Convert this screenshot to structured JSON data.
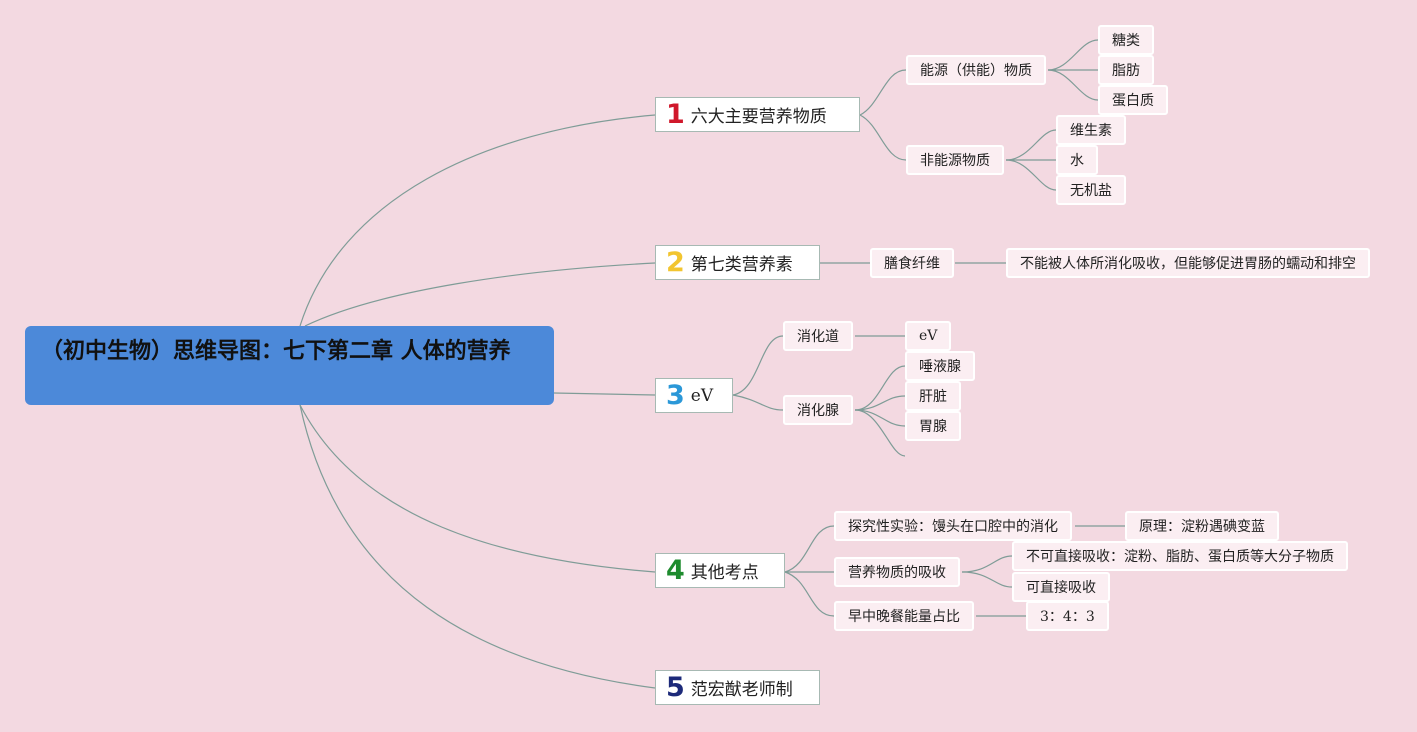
{
  "root": {
    "title": "（初中生物）思维导图：七下第二章 人体的营养"
  },
  "colors": {
    "background": "#f3d9e1",
    "root": "#4c89d9",
    "num1": "#d0182b",
    "num2": "#f2c530",
    "num3": "#2b98d8",
    "num4": "#1e8b2e",
    "num5": "#1d2a7a"
  },
  "branches": [
    {
      "num": "1",
      "label": "六大主要营养物质",
      "children": [
        {
          "label": "能源（供能）物质",
          "children": [
            "糖类",
            "脂肪",
            "蛋白质"
          ]
        },
        {
          "label": "非能源物质",
          "children": [
            "维生素",
            "水",
            "无机盐"
          ]
        }
      ]
    },
    {
      "num": "2",
      "label": "第七类营养素",
      "children": [
        {
          "label": "膳食纤维",
          "children": [
            "不能被人体所消化吸收，但能够促进胃肠的蠕动和排空"
          ]
        }
      ]
    },
    {
      "num": "3",
      "label": "eV",
      "children": [
        {
          "label": "消化道",
          "children": [
            "eV"
          ]
        },
        {
          "label": "消化腺",
          "children": [
            "唾液腺",
            "肝脏",
            "胃腺"
          ]
        }
      ]
    },
    {
      "num": "4",
      "label": "其他考点",
      "children": [
        {
          "label": "探究性实验：馒头在口腔中的消化",
          "children": [
            "原理：淀粉遇碘变蓝"
          ]
        },
        {
          "label": "营养物质的吸收",
          "children": [
            "不可直接吸收：淀粉、脂肪、蛋白质等大分子物质",
            "可直接吸收"
          ]
        },
        {
          "label": "早中晚餐能量占比",
          "children": [
            "3：4：3"
          ]
        }
      ]
    },
    {
      "num": "5",
      "label": "范宏猷老师制",
      "children": []
    }
  ]
}
